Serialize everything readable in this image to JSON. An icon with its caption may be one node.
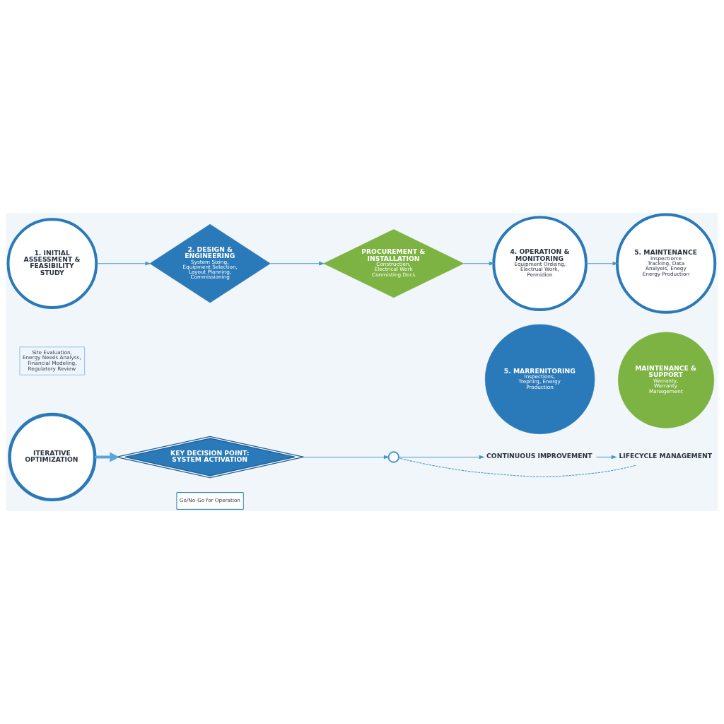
{
  "diagram": {
    "nodes": [
      {
        "text": [
          "1. INITIAL ASSESSMENT & FEASIBILITY STUDY"
        ]
      },
      {
        "text": [
          "Site Evaluation, Energy Neeés Analyss, Financial Modeling, Regulatory Review"
        ]
      },
      {
        "text": [
          "2. DESIGN & ENGINEERING",
          "System Sizing, Equipment Selection, Layout Planning, Commissioning"
        ]
      },
      {
        "text": [
          "PROCUREMENT & INSTALLATION",
          "Constructien, Electrical Work Conmisting Docs"
        ]
      },
      {
        "text": [
          "4. OPERATION & MONITORING",
          "Equipment Ordeing, Electrual Work, Permidion"
        ]
      },
      {
        "text": [
          "5. MAINTENANCE",
          "Inspectiorce Tracking, Data Analyeis, Enegy Energy Production"
        ]
      },
      {
        "text": [
          "LIFECYCLE MANAGEMENT"
        ]
      },
      {
        "text": [
          "ITERATIVE OPTIMIZATION"
        ]
      },
      {
        "text": [
          "KEY DECISION POINT: SYSTEM ACTIVATION"
        ]
      },
      {
        "text": [],
        "shape": "circle"
      },
      {
        "text": [
          "5. MARRENITORING",
          "Inspections, Trephirg, Energy Production"
        ]
      },
      {
        "text": [
          "MAINTENANCE & SUPPORT",
          "Warranty, Warranty Management"
        ]
      },
      {
        "text": [
          "Go/No-Go for Operation"
        ]
      },
      {
        "text": [
          "CONTINUOUS IMPROVEMENT"
        ]
      }
    ],
    "edges": [
      {
        "from": 0,
        "to": 2,
        "arrow": "to"
      },
      {
        "from": 2,
        "to": 3,
        "arrow": "to"
      },
      {
        "from": 3,
        "to": 4,
        "arrow": "to"
      },
      {
        "from": 4,
        "to": 5,
        "arrow": "to"
      },
      {
        "from": 7,
        "to": 8,
        "arrow": "to",
        "style": "thick"
      },
      {
        "from": 8,
        "to": 9,
        "arrow": "to"
      },
      {
        "from": 9,
        "to": 13,
        "arrow": "to"
      },
      {
        "from": 13,
        "to": 6,
        "arrow": "to"
      },
      {
        "from": 6,
        "to": 9,
        "arrow": "none",
        "style": "dashed"
      }
    ]
  }
}
